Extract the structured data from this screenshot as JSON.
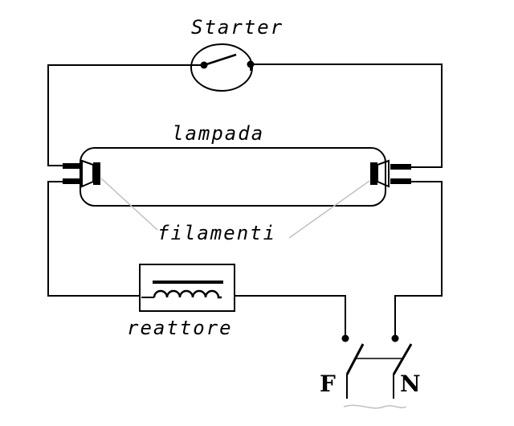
{
  "labels": {
    "starter": "Starter",
    "lamp": "lampada",
    "filaments": "filamenti",
    "ballast": "reattore",
    "phase": "F",
    "neutral": "N"
  },
  "colors": {
    "line": "#000000",
    "pointer": "#c0c0c0",
    "background": "#ffffff"
  }
}
